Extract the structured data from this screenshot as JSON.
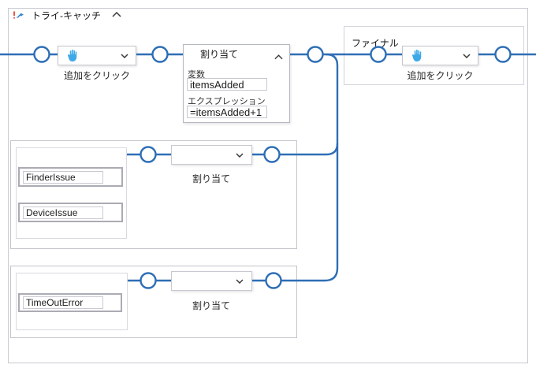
{
  "title": "トライ-キャッチ",
  "try_block": {
    "add_hint": "追加をクリック",
    "assign": {
      "title": "割り当て",
      "variable_label": "変数",
      "variable_value": "itemsAdded",
      "expression_label": "エクスプレッション",
      "expression_value": "=itemsAdded+1"
    }
  },
  "catch_blocks": [
    {
      "exceptions": [
        "FinderIssue",
        "DeviceIssue"
      ],
      "body_label": "割り当て"
    },
    {
      "exceptions": [
        "TimeOutError"
      ],
      "body_label": "割り当て"
    }
  ],
  "finally_block": {
    "title": "ファイナル",
    "add_hint": "追加をクリック"
  },
  "icons": {
    "header": "alert-branch-icon",
    "buttons": "hand-icon",
    "collapse": "chevron-up-icon",
    "expand": "chevron-down-icon"
  },
  "colors": {
    "connector_blue": "#2e6eb5",
    "hand_blue": "#3fa9e8",
    "alert_red": "#e8574a",
    "box_border_gray": "#c9c9d1"
  }
}
